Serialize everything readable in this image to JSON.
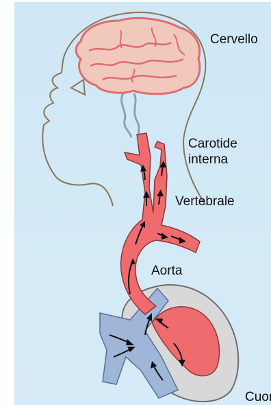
{
  "labels": {
    "brain": "Cervello",
    "internal_carotid": "Carotide interna",
    "vertebral": "Vertebrale",
    "aorta": "Aorta",
    "heart": "Cuore"
  },
  "colors": {
    "background": "#d2e8f6",
    "artery": "#ef6b6e",
    "artery_outline": "#8a3a3a",
    "vein": "#9fb6d8",
    "vein_outline": "#5a6f95",
    "heart_wall": "#d6d6d6",
    "brain": "#f0c9bc",
    "brain_vessels": "#e06b6f",
    "head_outline": "#8a7658"
  }
}
